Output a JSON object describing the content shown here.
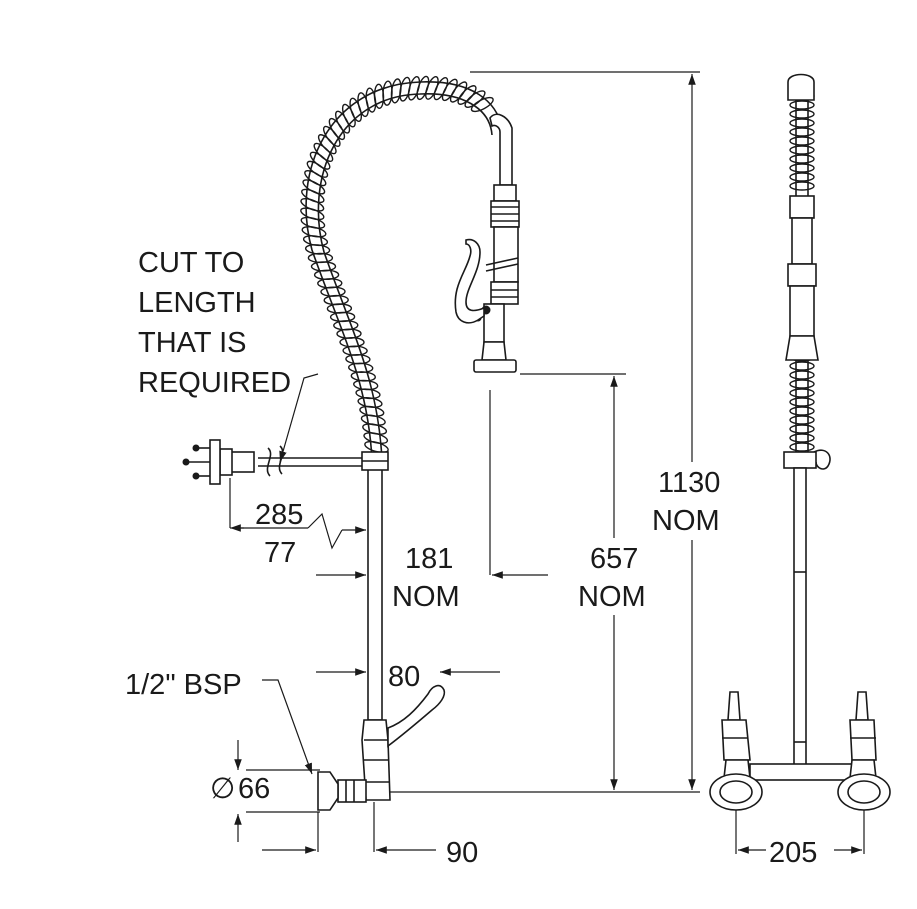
{
  "labels": {
    "cut_note_1": "CUT TO",
    "cut_note_2": "LENGTH",
    "cut_note_3": "THAT IS",
    "cut_note_4": "REQUIRED",
    "dim_285": "285",
    "dim_77": "77",
    "dim_181": "181",
    "dim_181_nom": "NOM",
    "dim_657": "657",
    "dim_657_nom": "NOM",
    "dim_1130": "1130",
    "dim_1130_nom": "NOM",
    "dim_80": "80",
    "thread": "1/2\" BSP",
    "dim_66": "66",
    "diameter_symbol": "∅",
    "dim_90": "90",
    "dim_205": "205"
  }
}
